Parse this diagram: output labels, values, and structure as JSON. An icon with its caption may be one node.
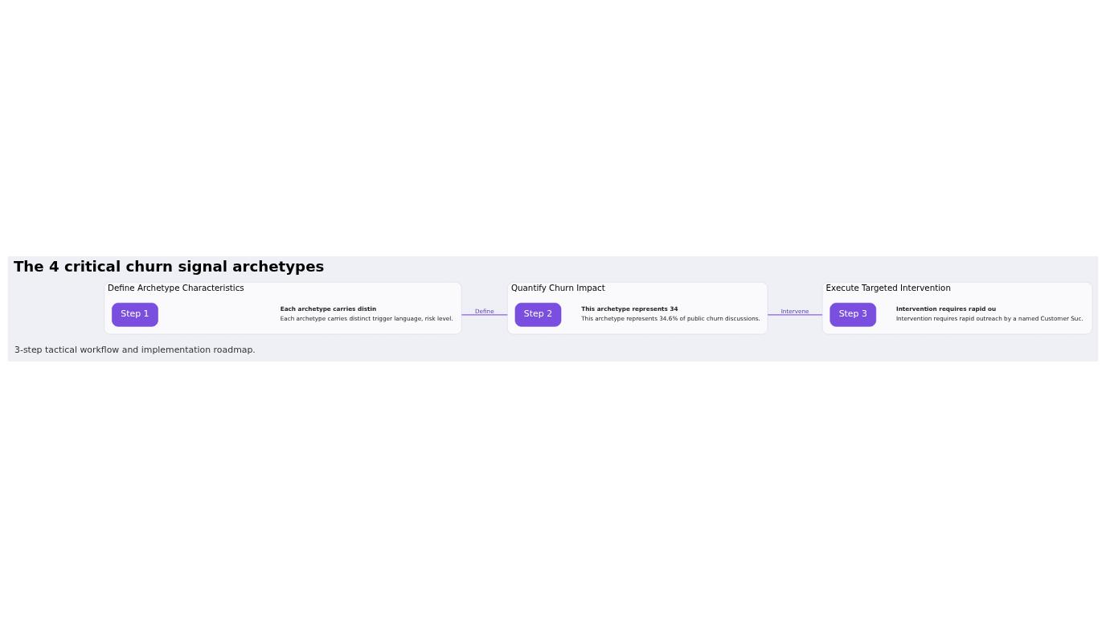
{
  "diagram": {
    "title": "The 4 critical churn signal archetypes",
    "nodes": [
      {
        "text": [
          "Define Archetype Characteristics"
        ]
      },
      {
        "text": [
          "Step 1"
        ],
        "in": 0
      },
      {
        "text": [
          "Each archetype carries distin",
          "Each archetype carries distinct trigger language, risk level."
        ],
        "in": 0
      },
      {
        "text": [
          "Quantify Churn Impact"
        ]
      },
      {
        "text": [
          "Step 2"
        ],
        "in": 3
      },
      {
        "text": [
          "This archetype represents 34",
          "This archetype represents 34.6% of public churn discussions."
        ],
        "in": 3
      },
      {
        "text": [
          "Execute Targeted Intervention"
        ]
      },
      {
        "text": [
          "Step 3"
        ],
        "in": 6
      },
      {
        "text": [
          "Intervention requires rapid ou",
          "Intervention requires rapid outreach by a named Customer Suc."
        ],
        "in": 6
      }
    ],
    "edges": [
      {
        "from": 0,
        "to": 3,
        "arrow": "none",
        "label": "Define"
      },
      {
        "from": 3,
        "to": 6,
        "arrow": "none",
        "label": "Intervene"
      }
    ],
    "labels": [
      "3-step tactical workflow and implementation roadmap."
    ]
  }
}
